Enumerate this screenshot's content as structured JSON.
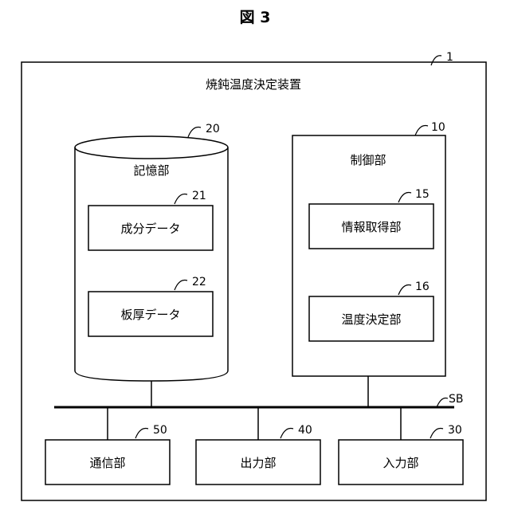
{
  "figure": {
    "title": "図 3",
    "apparatus": {
      "ref": "1",
      "label": "焼鈍温度決定装置"
    },
    "storage": {
      "ref": "20",
      "label": "記憶部",
      "items": [
        {
          "ref": "21",
          "label": "成分データ"
        },
        {
          "ref": "22",
          "label": "板厚データ"
        }
      ]
    },
    "control": {
      "ref": "10",
      "label": "制御部",
      "items": [
        {
          "ref": "15",
          "label": "情報取得部"
        },
        {
          "ref": "16",
          "label": "温度決定部"
        }
      ]
    },
    "bus": {
      "ref": "SB"
    },
    "io_units": [
      {
        "ref": "50",
        "label": "通信部"
      },
      {
        "ref": "40",
        "label": "出力部"
      },
      {
        "ref": "30",
        "label": "入力部"
      }
    ]
  },
  "colors": {
    "line": "#000000",
    "background": "#ffffff"
  }
}
